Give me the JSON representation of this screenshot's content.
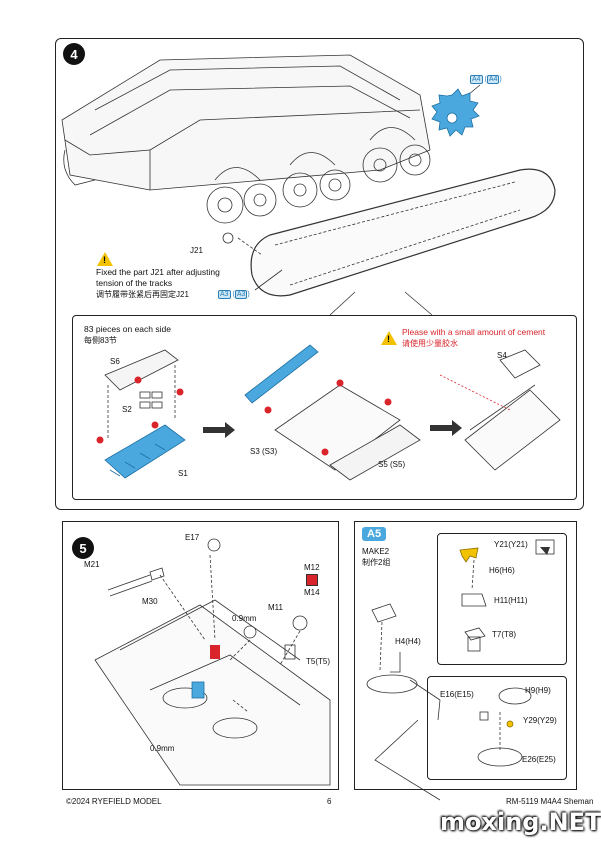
{
  "step4": {
    "number": "4",
    "sprocket_ref_a": "A4",
    "sprocket_ref_b": "A4",
    "idler_part": "J21",
    "note_en_line1": "Fixed the part J21 after adjusting",
    "note_en_line2": "tension of the tracks",
    "note_cn": "调节履带张紧后再固定J21",
    "idler_ref_a": "A3",
    "idler_ref_b": "A3",
    "detail": {
      "pieces_en": "83 pieces on each side",
      "pieces_cn": "每侧83节",
      "cement_en": "Please with a small amount of cement",
      "cement_cn": "请使用少量胶水",
      "parts": [
        "S6",
        "S2",
        "S1",
        "S3 (S3)",
        "S5 (S5)",
        "S4"
      ]
    }
  },
  "step5": {
    "number": "5",
    "parts": {
      "e17": "E17",
      "m21": "M21",
      "m30": "M30",
      "m12": "M12",
      "m14": "M14",
      "m11": "M11",
      "t5": "T5(T5)",
      "drill_a": "0.9mm",
      "drill_b": "0.9mm"
    }
  },
  "stepA5": {
    "tag": "A5",
    "make_en": "MAKE2",
    "make_cn": "制作2组",
    "parts": {
      "y21": "Y21(Y21)",
      "h6": "H6(H6)",
      "h11": "H11(H11)",
      "t7": "T7(T8)",
      "h4": "H4(H4)",
      "e16": "E16(E15)",
      "h9": "H9(H9)",
      "y29": "Y29(Y29)",
      "e26": "E26(E25)"
    }
  },
  "footer": {
    "copyright": "©2024 RYEFIELD MODEL",
    "page": "6",
    "product": "RM-5119 M4A4 Sheman",
    "watermark": "moxing.NET"
  },
  "colors": {
    "highlight_blue": "#4aa8de",
    "warning_red": "#d9242b",
    "warning_yellow": "#f2c200"
  }
}
